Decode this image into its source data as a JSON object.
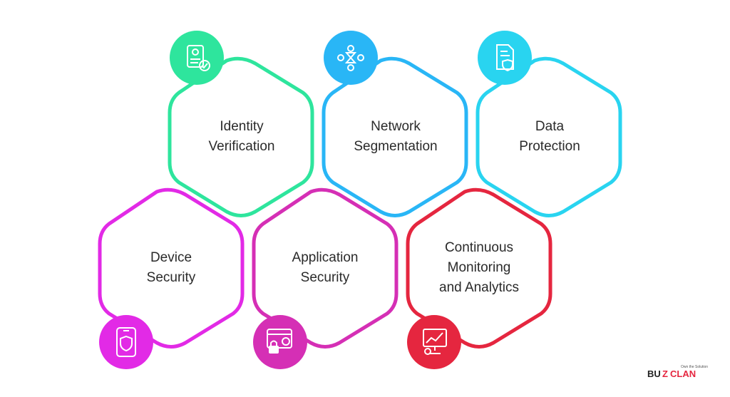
{
  "nodes": [
    {
      "id": "identity-verification",
      "lines": [
        "Identity",
        "Verification"
      ],
      "color": "#2ee59d",
      "icon": "id-card-check-icon"
    },
    {
      "id": "network-segmentation",
      "lines": [
        "Network",
        "Segmentation"
      ],
      "color": "#29b6f6",
      "icon": "network-nodes-icon"
    },
    {
      "id": "data-protection",
      "lines": [
        "Data",
        "Protection"
      ],
      "color": "#29d4f0",
      "icon": "document-shield-icon"
    },
    {
      "id": "device-security",
      "lines": [
        "Device",
        "Security"
      ],
      "color": "#e22ae6",
      "icon": "phone-shield-icon"
    },
    {
      "id": "application-security",
      "lines": [
        "Application",
        "Security"
      ],
      "color": "#d52fb5",
      "icon": "browser-lock-gear-icon"
    },
    {
      "id": "continuous-monitoring",
      "lines": [
        "Continuous",
        "Monitoring",
        "and Analytics"
      ],
      "color": "#e5263f",
      "icon": "analytics-dashboard-icon"
    }
  ],
  "logo": {
    "text_left": "BU",
    "text_mid": "Z",
    "text_right": "CLAN",
    "tagline": "Own the Solution",
    "color_dark": "#222222",
    "color_accent": "#e5263f"
  }
}
